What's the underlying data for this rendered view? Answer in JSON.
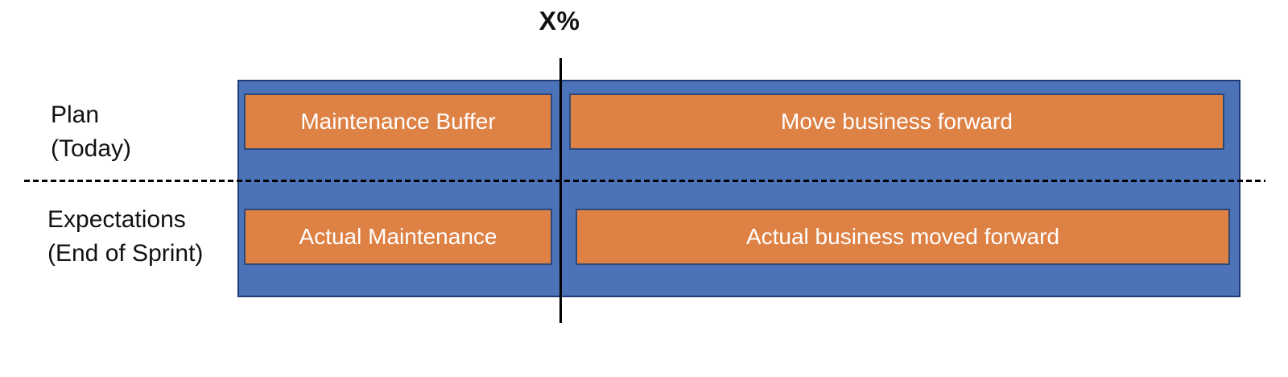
{
  "diagram": {
    "axis_marker": "X%",
    "rows": [
      {
        "label_line1": "Plan",
        "label_line2": "(Today)",
        "left_bar_label": "Maintenance Buffer",
        "right_bar_label": "Move business forward"
      },
      {
        "label_line1": "Expectations",
        "label_line2": "(End of Sprint)",
        "left_bar_label": "Actual Maintenance",
        "right_bar_label": "Actual business moved forward"
      }
    ],
    "colors": {
      "container_fill": "#4C72B8",
      "container_border": "#1F3C78",
      "bar_fill": "#DE8144",
      "bar_border": "#2E4977",
      "bar_text": "#FFFFFF",
      "label_text": "#111111",
      "line_color": "#000000"
    }
  }
}
